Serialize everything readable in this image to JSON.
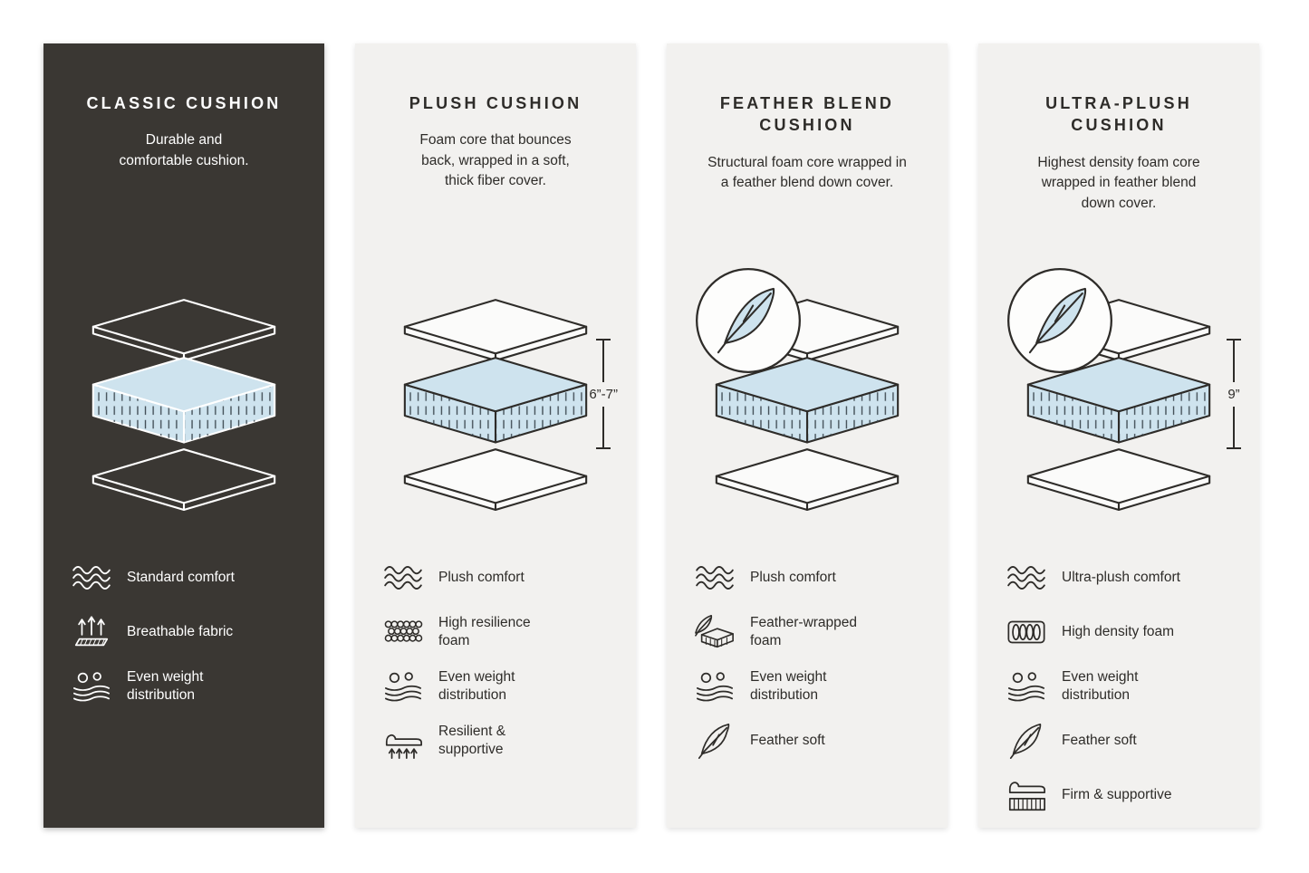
{
  "colors": {
    "background": "#ffffff",
    "dark_card_bg": "#3a3733",
    "light_card_bg": "#f2f1ef",
    "ink": "#2e2c29",
    "foam_fill": "#cee3ee",
    "foam_hatch": "#3e4a52"
  },
  "cards": [
    {
      "id": "classic-cushion",
      "theme": "dark",
      "title": "CLASSIC CUSHION",
      "description": "Durable and\ncomfortable cushion.",
      "has_feather_badge": false,
      "height_label": null,
      "features": [
        {
          "icon": "waves-icon",
          "label": "Standard comfort"
        },
        {
          "icon": "breathable-fabric-icon",
          "label": "Breathable fabric"
        },
        {
          "icon": "weight-distribution-icon",
          "label": "Even weight\ndistribution"
        }
      ]
    },
    {
      "id": "plush-cushion",
      "theme": "light",
      "title": "PLUSH CUSHION",
      "description": "Foam core that bounces\nback, wrapped in a soft,\nthick fiber cover.",
      "has_feather_badge": false,
      "height_label": "6”-7”",
      "features": [
        {
          "icon": "waves-icon",
          "label": "Plush comfort"
        },
        {
          "icon": "resilience-foam-icon",
          "label": "High resilience\nfoam"
        },
        {
          "icon": "weight-distribution-icon",
          "label": "Even weight\ndistribution"
        },
        {
          "icon": "resilient-supportive-icon",
          "label": "Resilient &\nsupportive"
        }
      ]
    },
    {
      "id": "feather-blend-cushion",
      "theme": "light",
      "title": "FEATHER BLEND\nCUSHION",
      "description": "Structural foam core wrapped in\na feather blend down cover.",
      "has_feather_badge": true,
      "height_label": null,
      "features": [
        {
          "icon": "waves-icon",
          "label": "Plush comfort"
        },
        {
          "icon": "feather-wrapped-foam-icon",
          "label": "Feather-wrapped\nfoam"
        },
        {
          "icon": "weight-distribution-icon",
          "label": "Even weight\ndistribution"
        },
        {
          "icon": "feather-icon",
          "label": "Feather soft"
        }
      ]
    },
    {
      "id": "ultra-plush-cushion",
      "theme": "light",
      "title": "ULTRA-PLUSH\nCUSHION",
      "description": "Highest density foam core\nwrapped in feather blend\ndown cover.",
      "has_feather_badge": true,
      "height_label": "9”",
      "features": [
        {
          "icon": "waves-icon",
          "label": "Ultra-plush comfort"
        },
        {
          "icon": "high-density-foam-icon",
          "label": "High density foam"
        },
        {
          "icon": "weight-distribution-icon",
          "label": "Even weight\ndistribution"
        },
        {
          "icon": "feather-icon",
          "label": "Feather soft"
        },
        {
          "icon": "firm-supportive-icon",
          "label": "Firm & supportive"
        }
      ]
    }
  ]
}
